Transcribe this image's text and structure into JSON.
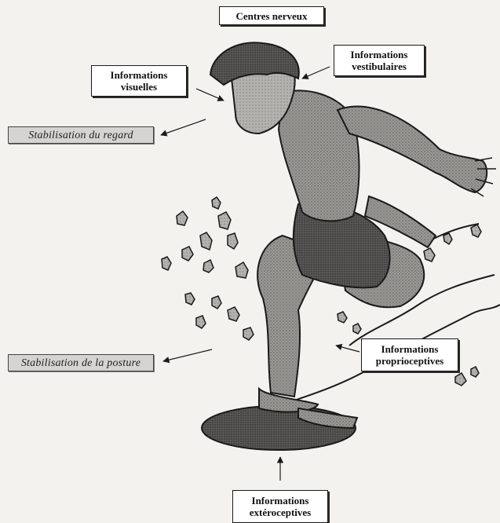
{
  "labels": {
    "centres_nerveux": "Centres nerveux",
    "info_vestibulaires_1": "Informations",
    "info_vestibulaires_2": "vestibulaires",
    "info_visuelles_1": "Informations",
    "info_visuelles_2": "visuelles",
    "stabilisation_regard": "Stabilisation du regard",
    "stabilisation_posture": "Stabilisation de la posture",
    "info_proprioceptives_1": "Informations",
    "info_proprioceptives_2": "proprioceptives",
    "info_exteroceptives_1": "Informations",
    "info_exteroceptives_2": "extéroceptives"
  },
  "colors": {
    "ink": "#1a1a1a",
    "figure_fill": "#8a8a88",
    "figure_dark": "#4a4a48",
    "skin": "#9c9a96",
    "board": "#3a3a38",
    "italic_box_fill": "#d6d4d0"
  }
}
